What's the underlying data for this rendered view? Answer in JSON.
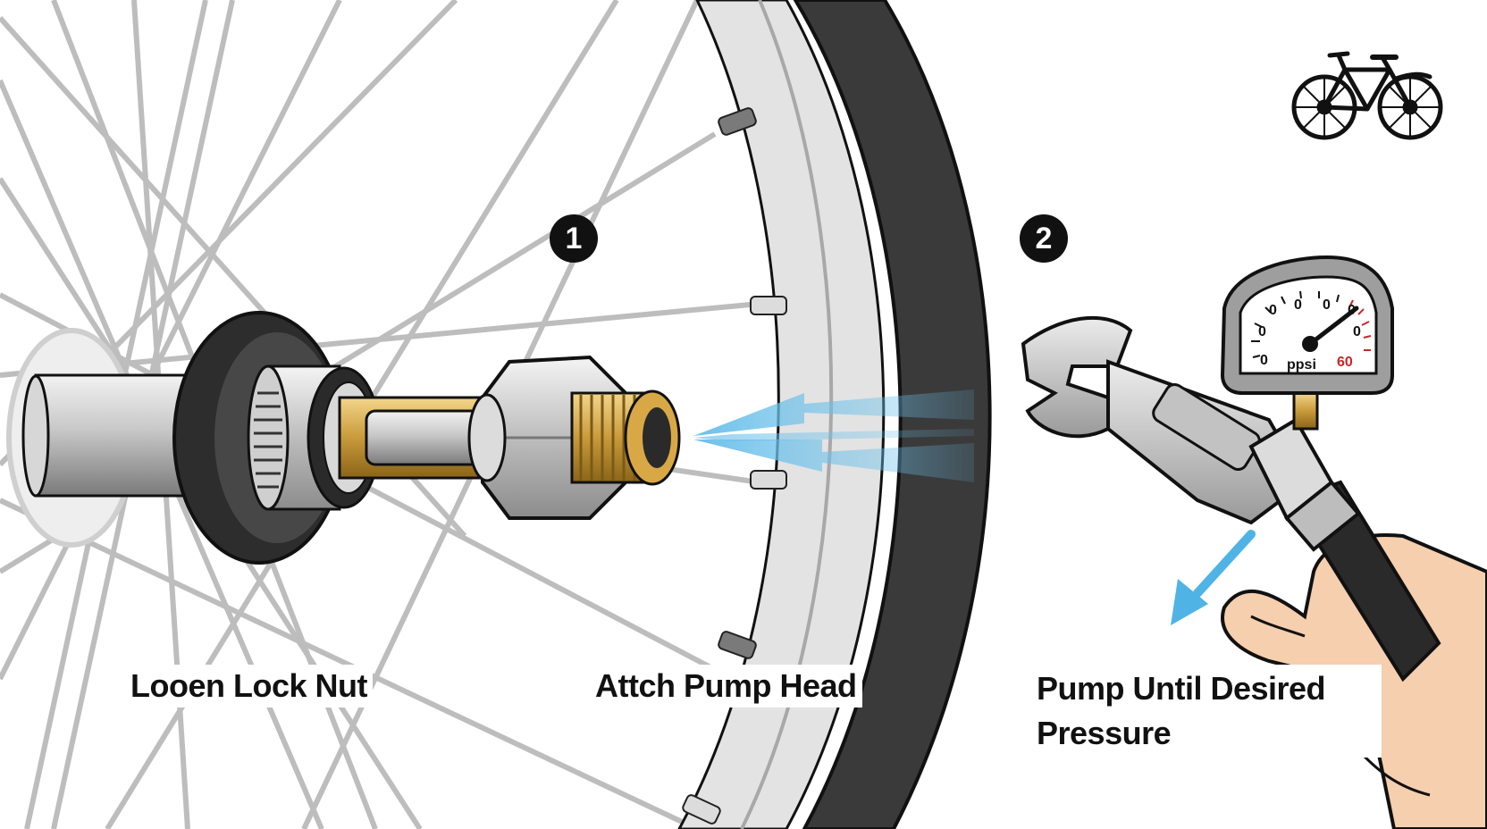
{
  "steps": [
    {
      "number": "1",
      "label": "Looen Lock Nut"
    },
    {
      "number": "",
      "label": "Attch Pump Head"
    },
    {
      "number": "2",
      "label": "Pump Until Desired Pressure"
    }
  ],
  "gauge": {
    "unit_label": "ppsi",
    "max_label": "60",
    "tick_labels": [
      "0",
      "0",
      "0",
      "0",
      "0",
      "0",
      "0"
    ]
  },
  "icons": {
    "corner": "bicycle-icon",
    "airflow": "air-flow-arrows",
    "direction": "blue-arrow-down-left"
  },
  "colors": {
    "air": "#6cc0ea",
    "brass": "#c99a3a",
    "tire": "#3a3a3a",
    "rim": "#d6d6d6",
    "outline": "#111111",
    "redline": "#c62828",
    "skin": "#f6cfae"
  }
}
